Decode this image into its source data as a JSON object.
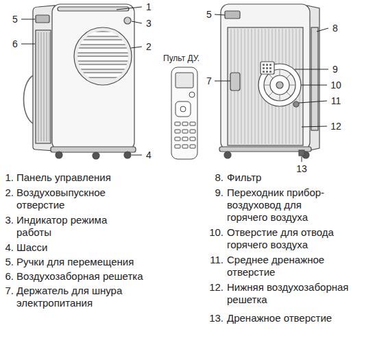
{
  "diagram": {
    "labels": [
      "5",
      "6",
      "1",
      "3",
      "2",
      "4",
      "Пульт ДУ.",
      "5",
      "8",
      "9",
      "7",
      "10",
      "11",
      "12",
      "13",
      "1.",
      "Панель управления",
      "2.",
      "Воздуховыпускное отверстие",
      "3.",
      "Индикатор режима работы",
      "4.",
      "Шасси",
      "5.",
      "Ручки для перемещения",
      "6.",
      "Воздухозаборная решетка",
      "7.",
      "Держатель для шнура электропитания",
      "8.",
      "Фильтр",
      "9.",
      "Переходник прибор-воздуховод для горячего воздуха",
      "10.",
      "Отверстие для отвода горячего воздуха",
      "11.",
      "Среднее дренажное отверстие",
      "12.",
      "Нижняя воздухозаборная решетка",
      "13.",
      "Дренажное отверстие"
    ]
  }
}
